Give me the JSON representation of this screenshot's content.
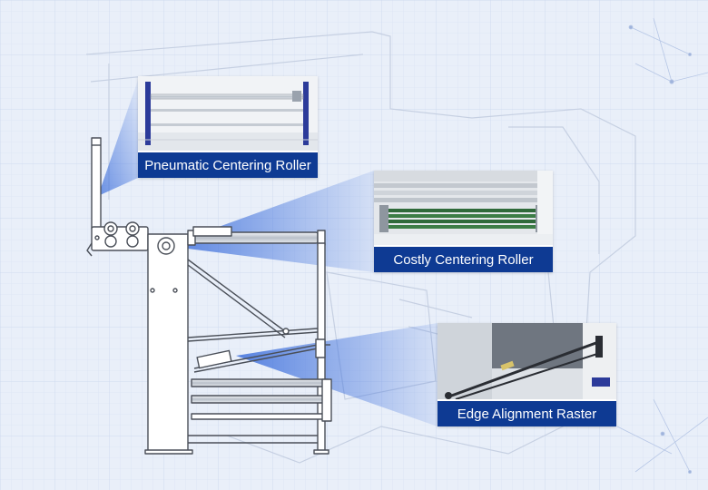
{
  "colors": {
    "background": "#e9eff9",
    "label_bg": "#0e3a93",
    "label_text": "#ffffff",
    "machine_line": "#4a4f58",
    "beam": "#4d7ee0"
  },
  "callouts": [
    {
      "label": "Pneumatic Centering Roller"
    },
    {
      "label": "Costly Centering Roller"
    },
    {
      "label": "Edge Alignment Raster"
    }
  ]
}
